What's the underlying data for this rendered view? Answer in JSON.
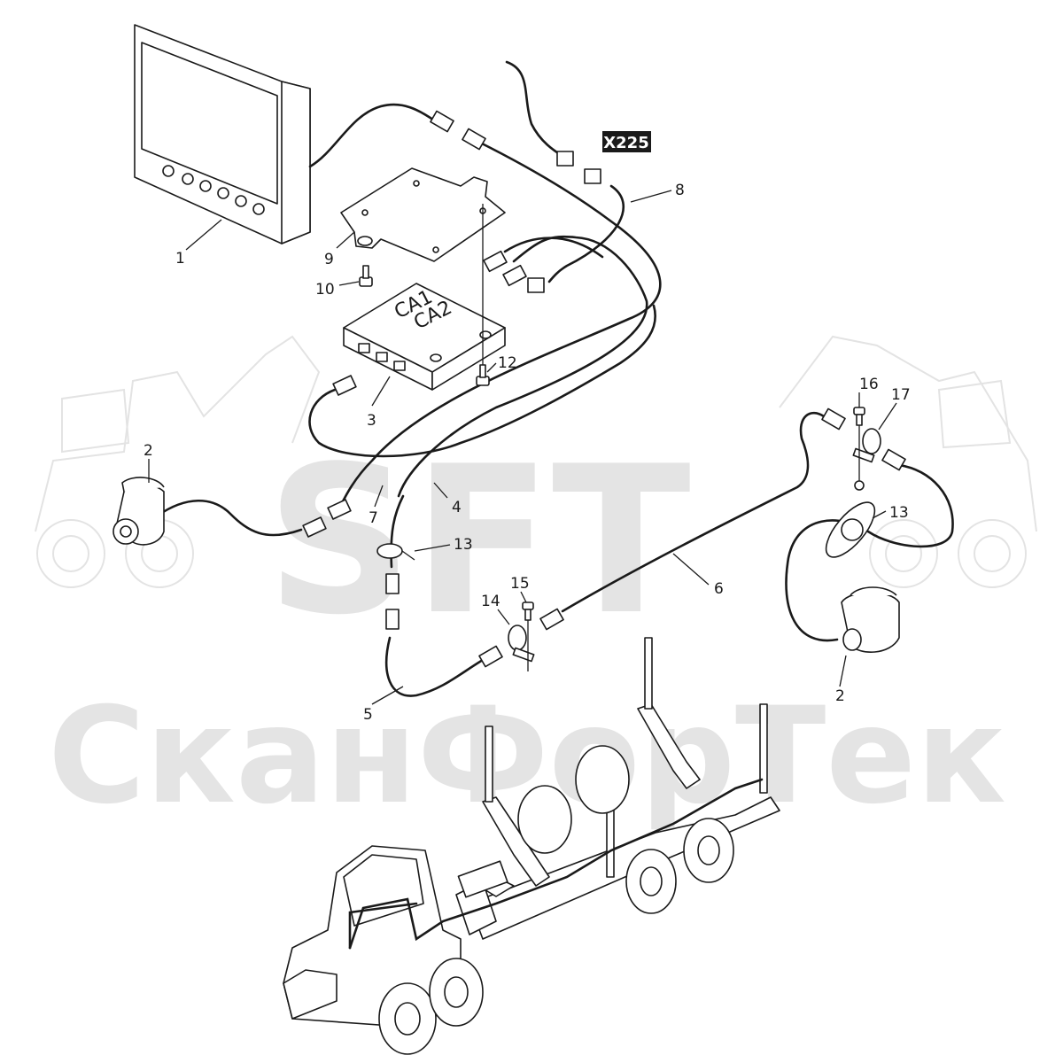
{
  "watermark": {
    "logo": "SFT",
    "company": "СканФорТек"
  },
  "connector": {
    "label": "X225",
    "label_bg": "#1a1a1a",
    "label_color": "#ffffff"
  },
  "control_box": {
    "label_ca1": "CA1",
    "label_ca2": "CA2"
  },
  "callouts": {
    "c1": "1",
    "c2_left": "2",
    "c2_right": "2",
    "c3": "3",
    "c4": "4",
    "c5": "5",
    "c6": "6",
    "c7": "7",
    "c8": "8",
    "c9": "9",
    "c10": "10",
    "c12": "12",
    "c13_left": "13",
    "c13_right": "13",
    "c14": "14",
    "c15": "15",
    "c16": "16",
    "c17": "17"
  }
}
